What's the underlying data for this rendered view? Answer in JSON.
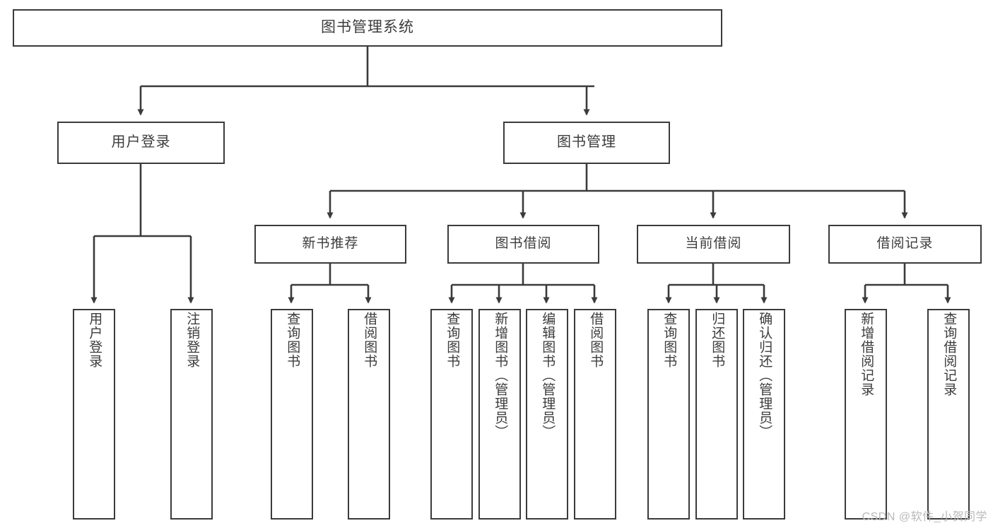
{
  "diagram": {
    "title": "图书管理系统",
    "type": "tree",
    "watermark": "CSDN @软件_小贺同学",
    "colors": {
      "box_border": "#3b3b3b",
      "box_fill": "#ffffff",
      "text": "#3c3c3c",
      "edge": "#3b3b3b",
      "watermark": "#b9b9b9",
      "background": "#ffffff"
    },
    "root": {
      "label": "图书管理系统"
    },
    "level1": [
      {
        "label": "用户登录"
      },
      {
        "label": "图书管理"
      }
    ],
    "level2": [
      {
        "label": "新书推荐"
      },
      {
        "label": "图书借阅"
      },
      {
        "label": "当前借阅"
      },
      {
        "label": "借阅记录"
      }
    ],
    "leaves": {
      "user_login": [
        {
          "label": "用户登录"
        },
        {
          "label": "注销登录"
        }
      ],
      "new_book_recommend": [
        {
          "label": "查询图书"
        },
        {
          "label": "借阅图书"
        }
      ],
      "book_borrow": [
        {
          "label": "查询图书"
        },
        {
          "label": "新增图书（管理员）"
        },
        {
          "label": "编辑图书（管理员）"
        },
        {
          "label": "借阅图书"
        }
      ],
      "current_borrow": [
        {
          "label": "查询图书"
        },
        {
          "label": "归还图书"
        },
        {
          "label": "确认归还（管理员）"
        }
      ],
      "borrow_record": [
        {
          "label": "新增借阅记录"
        },
        {
          "label": "查询借阅记录"
        }
      ]
    }
  }
}
